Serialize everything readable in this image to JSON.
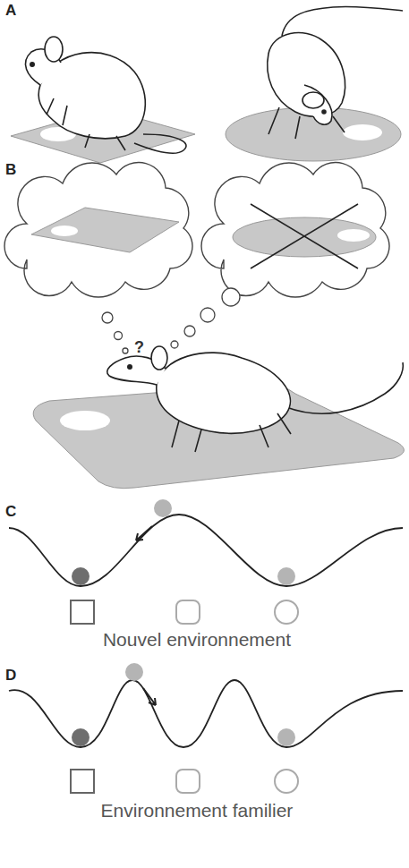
{
  "diagram": {
    "labels": [
      "A",
      "B",
      "?",
      "C",
      "Nouvel environnement",
      "D",
      "Environnement familier"
    ]
  }
}
